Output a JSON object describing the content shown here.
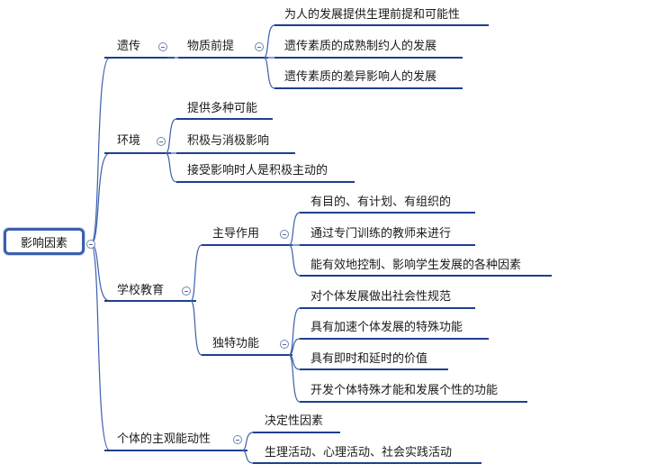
{
  "root": "影响因素",
  "branches": {
    "heredity": {
      "label": "遗传",
      "sub": {
        "label": "物质前提",
        "items": [
          "为人的发展提供生理前提和可能性",
          "遗传素质的成熟制约人的发展",
          "遗传素质的差异影响人的发展"
        ]
      }
    },
    "environment": {
      "label": "环境",
      "items": [
        "提供多种可能",
        "积极与消极影响",
        "接受影响时人是积极主动的"
      ]
    },
    "school": {
      "label": "学校教育",
      "leading": {
        "label": "主导作用",
        "items": [
          "有目的、有计划、有组织的",
          "通过专门训练的教师来进行",
          "能有效地控制、影响学生发展的各种因素"
        ]
      },
      "unique": {
        "label": "独特功能",
        "items": [
          "对个体发展做出社会性规范",
          "具有加速个体发展的特殊功能",
          "具有即时和延时的价值",
          "开发个体特殊才能和发展个性的功能"
        ]
      }
    },
    "subjective": {
      "label": "个体的主观能动性",
      "items": [
        "决定性因素",
        "生理活动、心理活动、社会实践活动"
      ]
    }
  },
  "colors": {
    "line": "#3b5fae",
    "underline": "#1f3f8f",
    "accent": "#3b5fae"
  }
}
